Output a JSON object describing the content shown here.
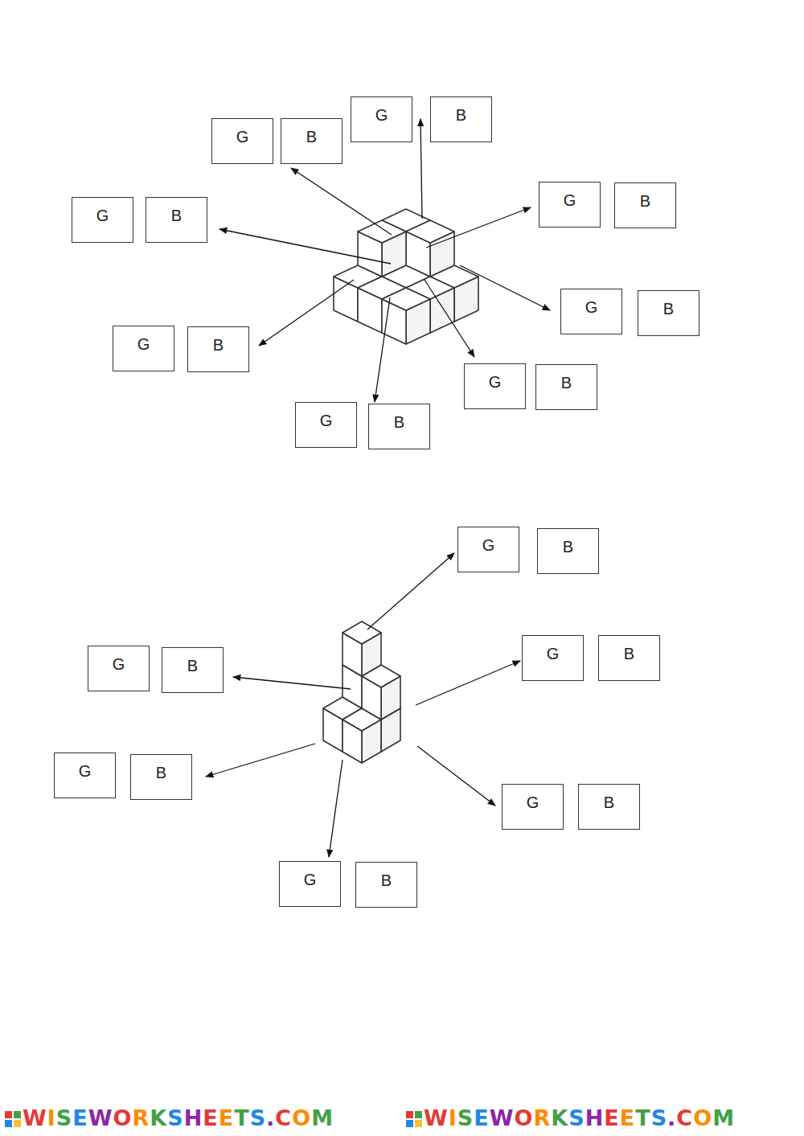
{
  "diagram": {
    "nodes": [
      {
        "text": [
          "G"
        ]
      },
      {
        "text": [
          "B"
        ]
      },
      {
        "text": [
          "G"
        ]
      },
      {
        "text": [
          "B"
        ]
      },
      {
        "text": [
          "G"
        ]
      },
      {
        "text": [
          "B"
        ]
      },
      {
        "text": [
          "G"
        ]
      },
      {
        "text": [
          "B"
        ]
      },
      {
        "text": [
          "G"
        ]
      },
      {
        "text": [
          "B"
        ]
      },
      {
        "text": [
          "G"
        ]
      },
      {
        "text": [
          "B"
        ]
      },
      {
        "text": [
          "G"
        ]
      },
      {
        "text": [
          "B"
        ]
      },
      {
        "text": [
          "G"
        ]
      },
      {
        "text": [
          "B"
        ]
      },
      {
        "text": [
          "G"
        ]
      },
      {
        "text": [
          "B"
        ]
      },
      {
        "text": [
          "G"
        ]
      },
      {
        "text": [
          "B"
        ]
      },
      {
        "text": [
          "G"
        ]
      },
      {
        "text": [
          "B"
        ]
      },
      {
        "text": [
          "G"
        ]
      },
      {
        "text": [
          "B"
        ]
      },
      {
        "text": [
          "G"
        ]
      },
      {
        "text": [
          "B"
        ]
      },
      {
        "text": [
          "G"
        ]
      },
      {
        "text": [
          "B"
        ]
      }
    ],
    "labels": [
      "WISEWORKSHEETS.COM",
      "WISEWORKSHEETS.COM"
    ]
  }
}
